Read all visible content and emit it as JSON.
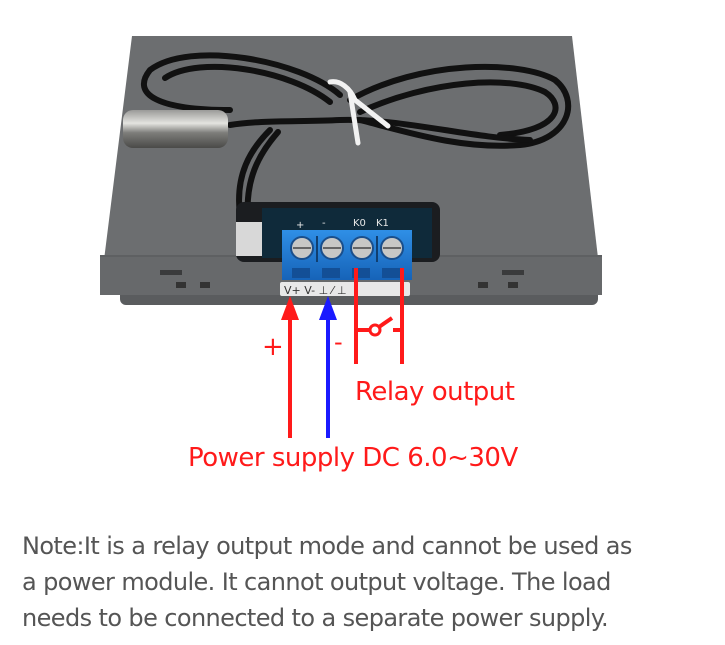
{
  "diagram": {
    "title": "Relay output wiring diagram",
    "device": {
      "description": "Rear view of temperature controller module with probe cable",
      "terminal_silkscreen": [
        "+",
        "-",
        "K0",
        "K1"
      ],
      "terminal_bottom_label": "V+ V- relay contact symbol",
      "terminal_count": 4
    },
    "annotations": {
      "plus_mark": "+",
      "minus_mark": "-",
      "relay_output": "Relay output",
      "power_supply": "Power supply DC 6.0~30V"
    },
    "colors": {
      "positive_wire": "#ff1a1a",
      "negative_wire": "#1a1aff",
      "relay_wire": "#ff1a1a",
      "annotation_text": "#ff1a1a",
      "terminal_block": "#1f7fd6",
      "housing": "#6b6d6f",
      "note_text": "#555555"
    }
  },
  "note": {
    "lines": [
      "Note:It is a relay output mode and cannot be used as",
      "a power module. It cannot output voltage. The load",
      "needs to be connected to a separate power supply."
    ]
  }
}
